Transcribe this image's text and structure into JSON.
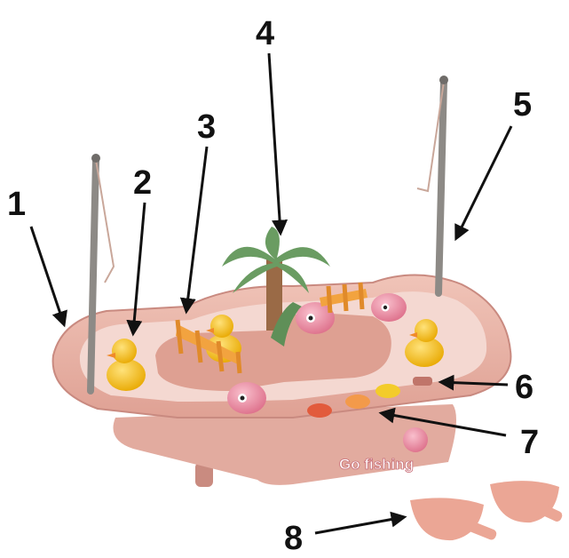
{
  "image": {
    "description_free": true,
    "colors": {
      "toy_pink": "#e9b3a6",
      "toy_pink_dark": "#d9948a",
      "water": "#f3d9d3",
      "duck_yellow": "#f6c21c",
      "fish_pink": "#ef8fa6",
      "palm_green": "#6a9c62",
      "rod_gray": "#8d8a86",
      "arrow": "#111111"
    }
  },
  "callouts": [
    {
      "id": "1",
      "label": "1"
    },
    {
      "id": "2",
      "label": "2"
    },
    {
      "id": "3",
      "label": "3"
    },
    {
      "id": "4",
      "label": "4"
    },
    {
      "id": "5",
      "label": "5"
    },
    {
      "id": "6",
      "label": "6"
    },
    {
      "id": "7",
      "label": "7"
    },
    {
      "id": "8",
      "label": "8"
    }
  ],
  "product": {
    "logo_text": "Go fishing"
  }
}
